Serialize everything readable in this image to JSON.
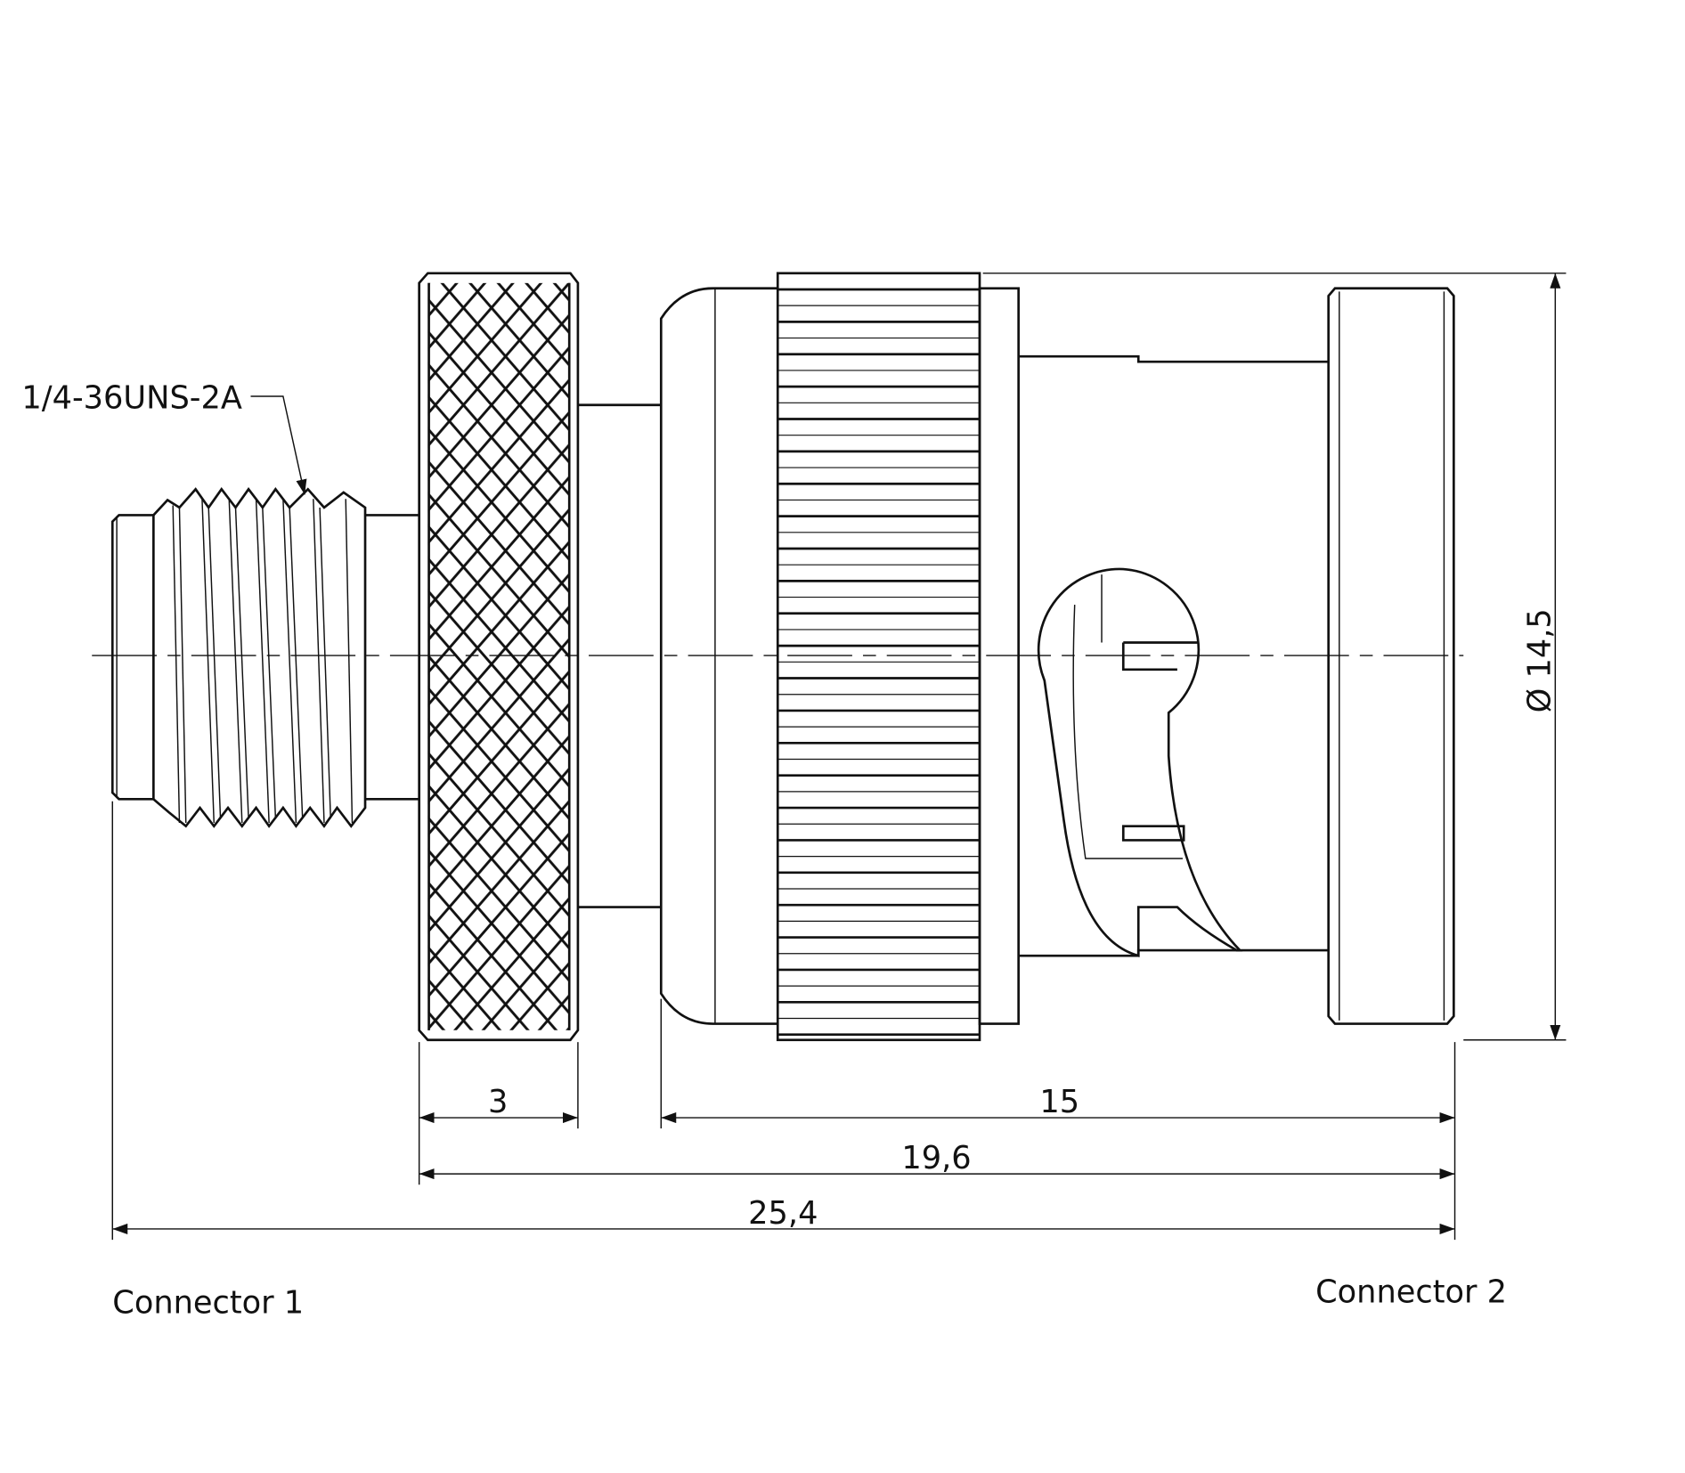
{
  "drawing": {
    "thread_callout": "1/4-36UNS-2A",
    "diameter_label": "Ø 14,5",
    "dimensions": [
      {
        "label": "3"
      },
      {
        "label": "15"
      },
      {
        "label": "19,6"
      },
      {
        "label": "25,4"
      }
    ],
    "connector_1_label": "Connector 1",
    "connector_2_label": "Connector 2"
  },
  "colors": {
    "line": "#111111",
    "background": "#ffffff"
  }
}
